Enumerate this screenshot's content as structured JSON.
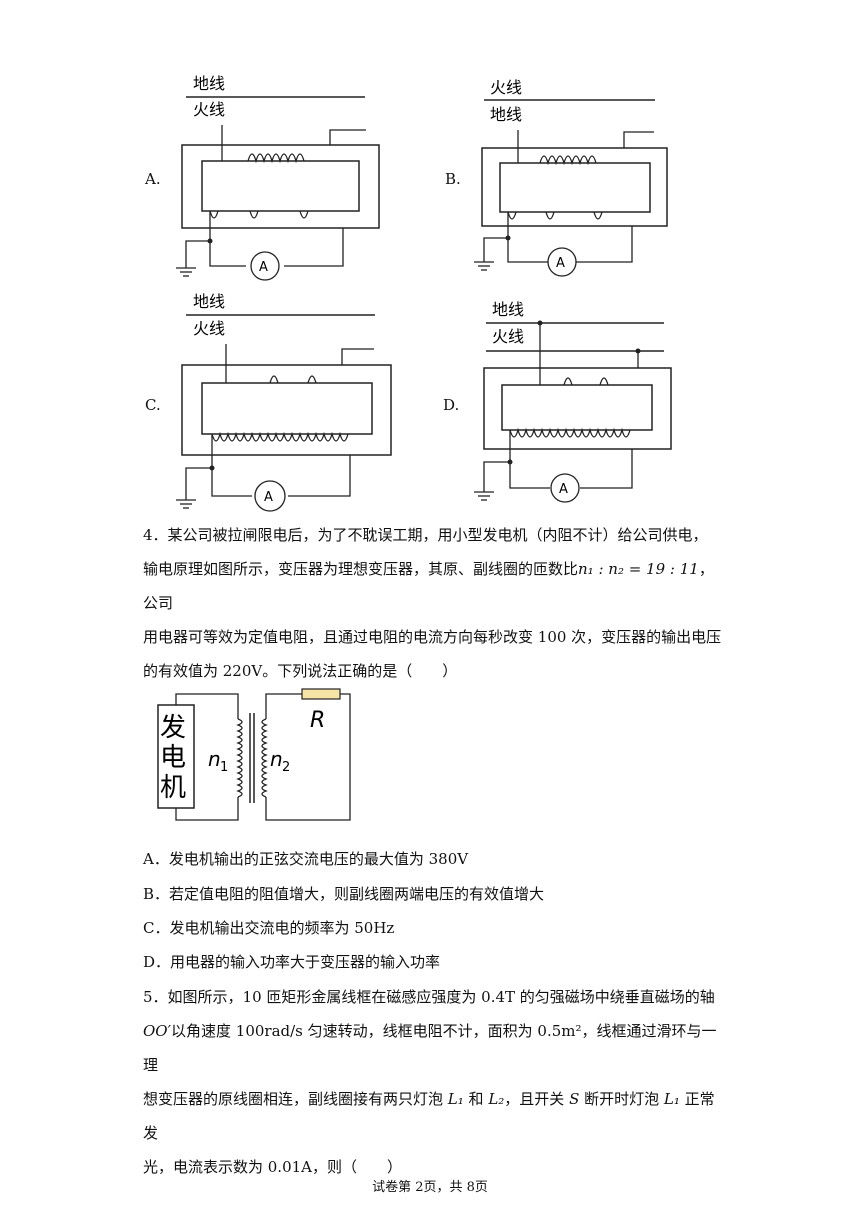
{
  "options_q3": [
    {
      "label": "A.",
      "wire_top": "地线",
      "wire_bottom": "火线",
      "meter": "A"
    },
    {
      "label": "B.",
      "wire_top": "火线",
      "wire_bottom": "地线",
      "meter": "A"
    },
    {
      "label": "C.",
      "wire_top": "地线",
      "wire_bottom": "火线",
      "meter": "A"
    },
    {
      "label": "D.",
      "wire_top": "地线",
      "wire_bottom": "火线",
      "meter": "A"
    }
  ],
  "q4": {
    "number": "4．",
    "line1": "某公司被拉闸限电后，为了不耽误工期，用小型发电机（内阻不计）给公司供电，",
    "line2a": "输电原理如图所示，变压器为理想变压器，其原、副线圈的匝数比",
    "ratio": "n₁ : n₂ = 19 : 11",
    "line2b": "，公司",
    "line3": "用电器可等效为定值电阻，且通过电阻的电流方向每秒改变 100 次，变压器的输出电压",
    "line4": "的有效值为 220V。下列说法正确的是（　　）",
    "figure": {
      "generator": [
        "发",
        "电",
        "机"
      ],
      "n1": "n",
      "n1_sub": "1",
      "n2": "n",
      "n2_sub": "2",
      "resistor": "R"
    },
    "answers": [
      "A．发电机输出的正弦交流电压的最大值为 380V",
      "B．若定值电阻的阻值增大，则副线圈两端电压的有效值增大",
      "C．发电机输出交流电的频率为 50Hz",
      "D．用电器的输入功率大于变压器的输入功率"
    ]
  },
  "q5": {
    "line1": "5．如图所示，10 匝矩形金属线框在磁感应强度为 0.4T 的匀强磁场中绕垂直磁场的轴",
    "line2a": "OO′",
    "line2b": "以角速度 100rad/s 匀速转动，线框电阻不计，面积为 0.5m²，线框通过滑环与一理",
    "line3a": "想变压器的原线圈相连，副线圈接有两只灯泡 ",
    "l1": "L₁",
    "line3b": " 和 ",
    "l2": "L₂",
    "line3c": "，且开关 ",
    "s": "S",
    "line3d": " 断开时灯泡 ",
    "l1b": "L₁",
    "line3e": " 正常发",
    "line4": "光，电流表示数为 0.01A，则（　　）"
  },
  "footer": "试卷第 2页，共 8页"
}
